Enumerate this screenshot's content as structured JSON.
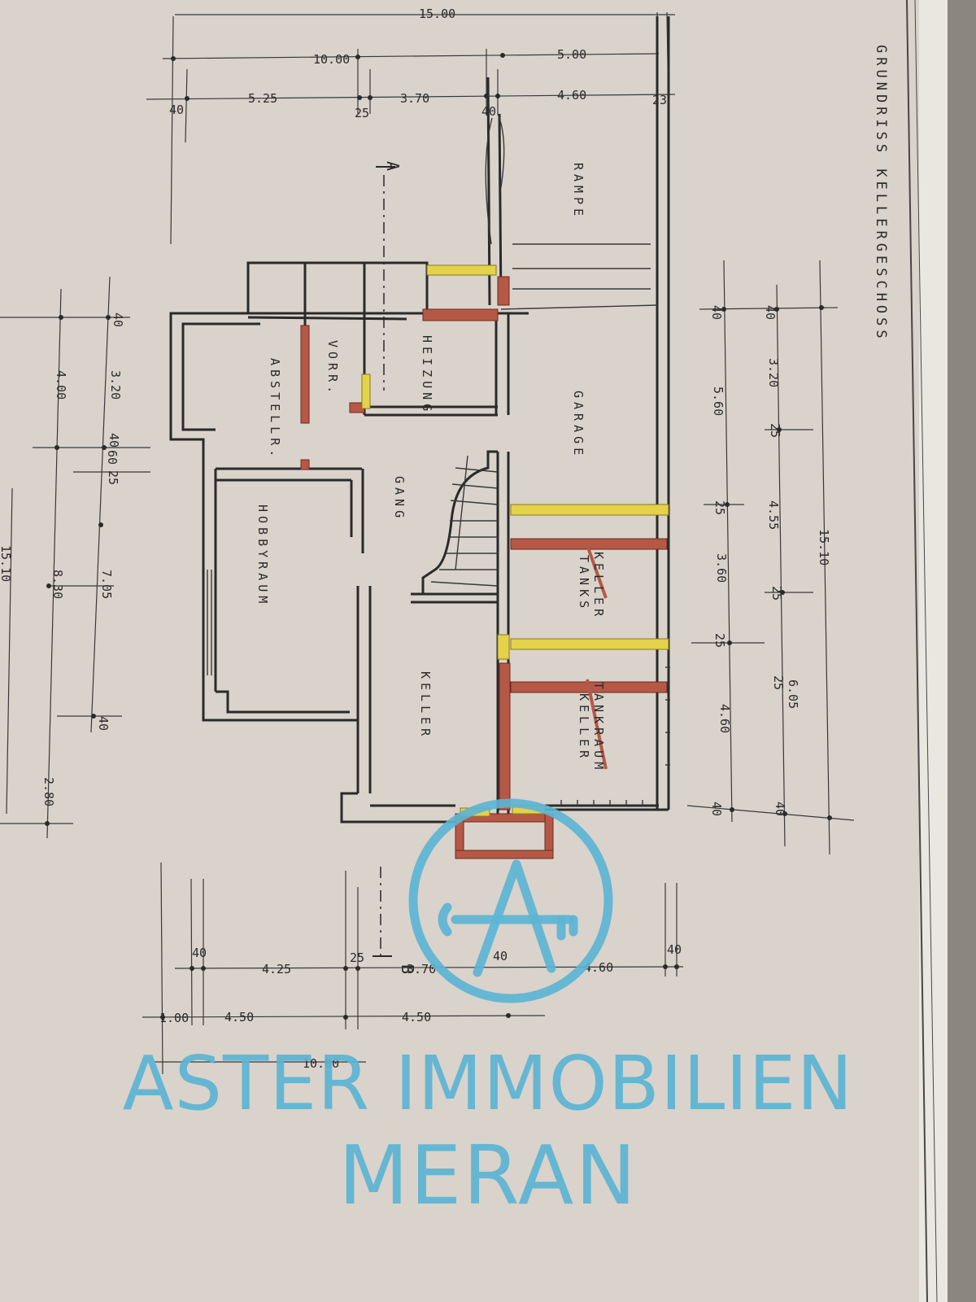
{
  "plan": {
    "title": "GRUNDRISS KELLERGESCHOSS",
    "section_markers": [
      "A",
      "B"
    ],
    "rooms": {
      "rampe": "RAMPE",
      "garage": "GARAGE",
      "heizung": "HEIZUNG",
      "vorr": "VORR.",
      "abstellr": "ABSTELLR.",
      "gang": "GANG",
      "hobbyraum": "HOBBYRAUM",
      "keller": "KELLER",
      "keller_2": "KELLER",
      "tankraum": "TANKRAUM",
      "keller_3": "KELLER",
      "tanks": "TANKS"
    },
    "top_dims": {
      "total": "15.00",
      "row1": [
        "10.00",
        "5.00"
      ],
      "row2": [
        "40",
        "5.25",
        "25",
        "3.70",
        "40",
        "4.60",
        "23"
      ]
    },
    "bottom_dims": {
      "row1": [
        "40",
        "4.25",
        "25",
        "3.70",
        "40",
        "4.60",
        "40"
      ],
      "row2": [
        "1.00",
        "4.50",
        "4.50"
      ],
      "total": "10.00"
    },
    "left_dims": {
      "outer": [
        "15.10"
      ],
      "mid": [
        "4.00",
        "8.30",
        "2.80"
      ],
      "inner": [
        "40",
        "3.20",
        "40",
        "60",
        "25",
        "7.05",
        "40"
      ]
    },
    "right_dims": {
      "inner": [
        "40",
        "5.60",
        "25",
        "4.55",
        "25",
        "3.60",
        "25",
        "4.60",
        "40"
      ],
      "mid": [
        "40",
        "3.20",
        "25",
        "25",
        "6.05",
        "40"
      ],
      "outer": [
        "15.10"
      ]
    }
  },
  "watermark": {
    "brand": "ASTER IMMOBILIEN",
    "city": "MERAN",
    "color": "#5cb4d4",
    "logo_icon": "key-letter-a-icon"
  },
  "colors": {
    "paper": "#d9d3cb",
    "ink": "#2b2a2a",
    "red_walls": "#b65846",
    "yellow_walls": "#e3d24a"
  }
}
